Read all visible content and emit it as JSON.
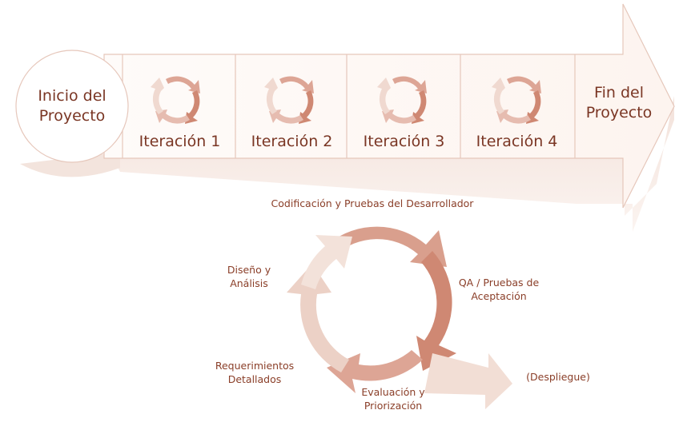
{
  "timeline": {
    "start_label": "Inicio del Proyecto",
    "start_lines": [
      "Inicio del",
      "Proyecto"
    ],
    "end_label": "Fin del Proyecto",
    "end_lines": [
      "Fin del",
      "Proyecto"
    ],
    "iterations": [
      {
        "label": "Iteración 1"
      },
      {
        "label": "Iteración 2"
      },
      {
        "label": "Iteración 3"
      },
      {
        "label": "Iteración 4"
      }
    ]
  },
  "cycle": {
    "stages": [
      {
        "name": "coding",
        "label": "Codificación y Pruebas del Desarrollador"
      },
      {
        "name": "qa",
        "label": "QA / Pruebas de Aceptación",
        "lines": [
          "QA / Pruebas de",
          "Aceptación"
        ]
      },
      {
        "name": "evaluation",
        "label": "Evaluación y Priorización",
        "lines": [
          "Evaluación y",
          "Priorización"
        ]
      },
      {
        "name": "requirements",
        "label": "Requerimientos Detallados",
        "lines": [
          "Requerimientos",
          "Detallados"
        ]
      },
      {
        "name": "design",
        "label": "Diseño y Análisis",
        "lines": [
          "Diseño y",
          "Análisis"
        ]
      }
    ],
    "exit_label": "(Despliegue)"
  },
  "colors": {
    "text": "#8a3e28",
    "outline": "#e6c7bb",
    "arrow_fill": "#fdf7f4",
    "cycle_dark": "#cf8873",
    "cycle_mid": "#dda595",
    "cycle_light": "#ecd1c6",
    "cycle_pale": "#f3e2da"
  }
}
